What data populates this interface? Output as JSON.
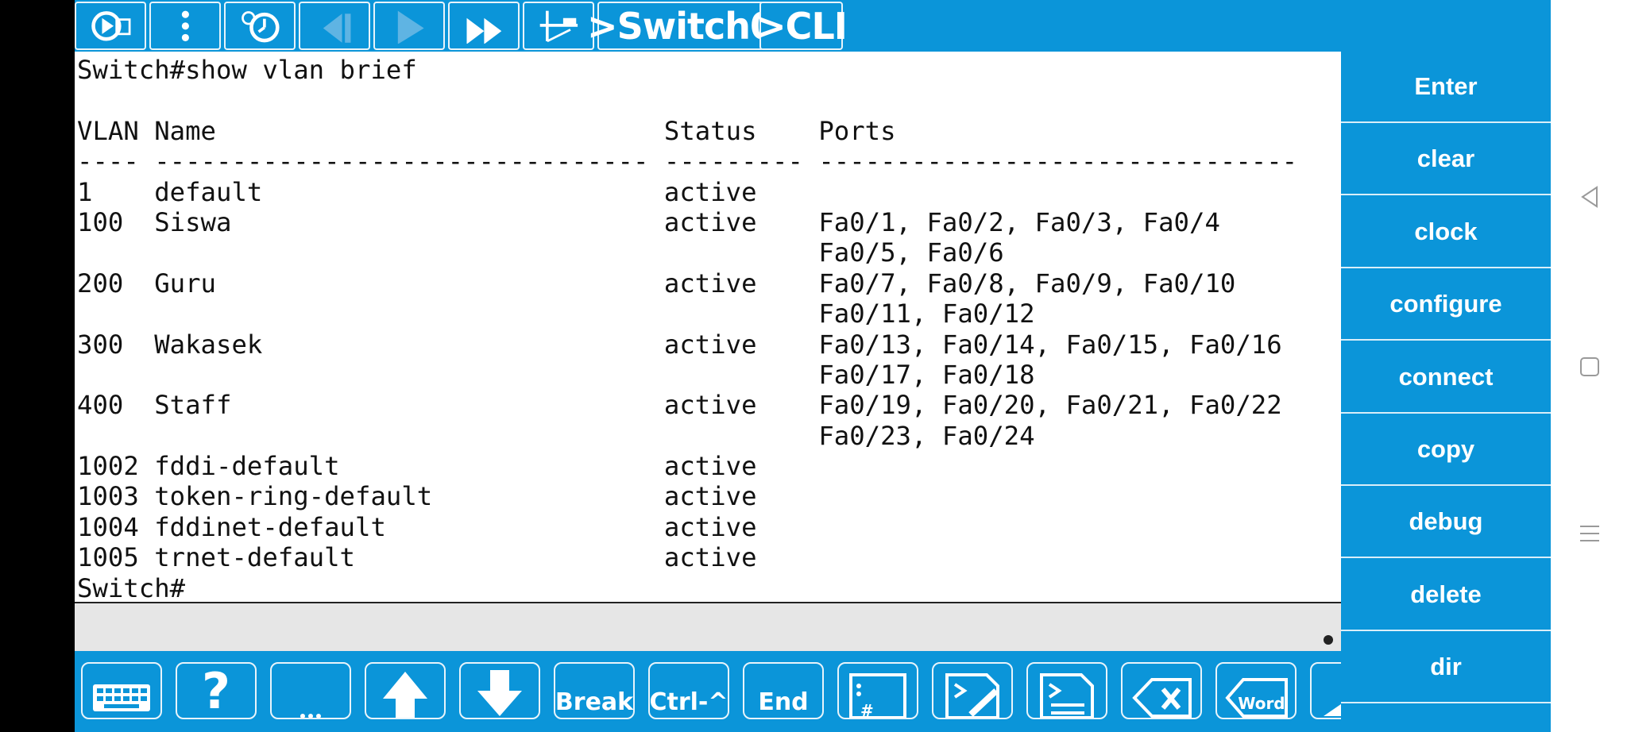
{
  "toolbar": {
    "buttons": [
      {
        "name": "simulation-icon"
      },
      {
        "name": "more-vertical-icon"
      },
      {
        "name": "clock-settings-icon"
      },
      {
        "name": "step-back-icon"
      },
      {
        "name": "play-icon"
      },
      {
        "name": "fast-forward-icon"
      },
      {
        "name": "topology-icon"
      }
    ],
    "device_label": ">Switch0",
    "cli_label": ">CLI"
  },
  "terminal": {
    "lines": [
      "Switch#show vlan brief",
      "",
      "VLAN Name                             Status    Ports",
      "---- -------------------------------- --------- -------------------------------",
      "1    default                          active",
      "100  Siswa                            active    Fa0/1, Fa0/2, Fa0/3, Fa0/4",
      "                                                Fa0/5, Fa0/6",
      "200  Guru                             active    Fa0/7, Fa0/8, Fa0/9, Fa0/10",
      "                                                Fa0/11, Fa0/12",
      "300  Wakasek                          active    Fa0/13, Fa0/14, Fa0/15, Fa0/16",
      "                                                Fa0/17, Fa0/18",
      "400  Staff                            active    Fa0/19, Fa0/20, Fa0/21, Fa0/22",
      "                                                Fa0/23, Fa0/24",
      "1002 fddi-default                     active",
      "1003 token-ring-default               active",
      "1004 fddinet-default                  active",
      "1005 trnet-default                    active",
      "Switch#"
    ]
  },
  "commands": [
    "Enter",
    "clear",
    "clock",
    "configure",
    "connect",
    "copy",
    "debug",
    "delete",
    "dir"
  ],
  "bottom_bar": {
    "break_label": "Break",
    "ctrl_label": "Ctrl-^",
    "end_label": "End",
    "word_label": "Word",
    "question_label": "?"
  },
  "colors": {
    "accent": "#0b95d9",
    "terminal_bg": "#ffffff",
    "input_strip": "#e6e6e6",
    "text": "#111111"
  }
}
